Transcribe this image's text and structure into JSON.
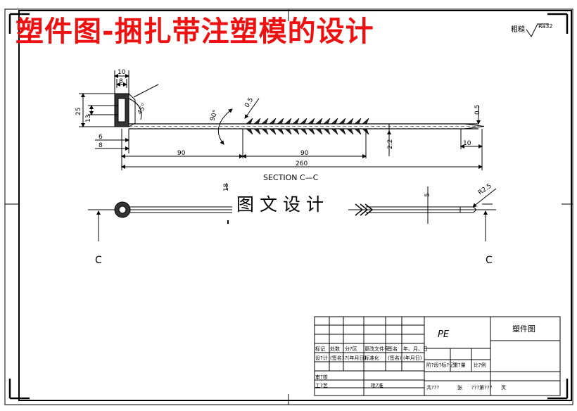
{
  "title": "塑件图-捆扎带注塑模的设计",
  "watermark": "图文设计",
  "roughness": {
    "label": "粗糙",
    "value": "Ra32"
  },
  "section_label": "SECTION C—C",
  "section_marks": {
    "left": "C",
    "right": "C"
  },
  "dimensions": {
    "top_width": "10",
    "inner_width": "8",
    "height_total": "25",
    "height_inner": "13",
    "bottom_6": "6",
    "bottom_8": "8",
    "chamfer_angle": "45°",
    "tooth_angle": "90°",
    "tooth_depth": "0.5",
    "tip_thickness": "0.5",
    "span_left": "90",
    "span_mid": "90",
    "strap_thickness": "2.2",
    "tip_length": "10",
    "overall_length": "260",
    "pin_dia": "18",
    "section_height": "5",
    "tip_radius": "R2.5"
  },
  "title_block": {
    "material": "PE",
    "part_name": "塑件图",
    "revision_headers": [
      "标记",
      "处数",
      "分?区",
      "更改文件号",
      "签名",
      "年、月、日"
    ],
    "sign_row": [
      "设?计",
      "(签名)",
      "?(年月日)",
      "标准化",
      "(签名)",
      "(年月日)"
    ],
    "stage_headers": [
      "阶?段?标?记",
      "重?量",
      "比?例"
    ],
    "audit": "审?核",
    "process": "工?艺",
    "approve": "批?准",
    "sheet_total": "共???",
    "sheet_label": "张",
    "sheet_no": "???第???",
    "sheet_suffix": "页"
  }
}
